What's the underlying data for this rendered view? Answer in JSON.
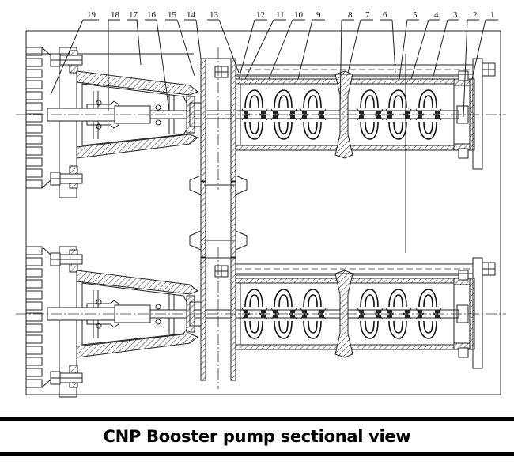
{
  "title": "CNP Booster pump sectional view",
  "part_labels": [
    "1",
    "2",
    "3",
    "4",
    "5",
    "6",
    "7",
    "8",
    "9",
    "10",
    "11",
    "12",
    "13",
    "14",
    "15",
    "16",
    "17",
    "18",
    "19"
  ],
  "colors": {
    "line": "#222222",
    "background": "#ffffff",
    "caption_rule": "#000000"
  }
}
